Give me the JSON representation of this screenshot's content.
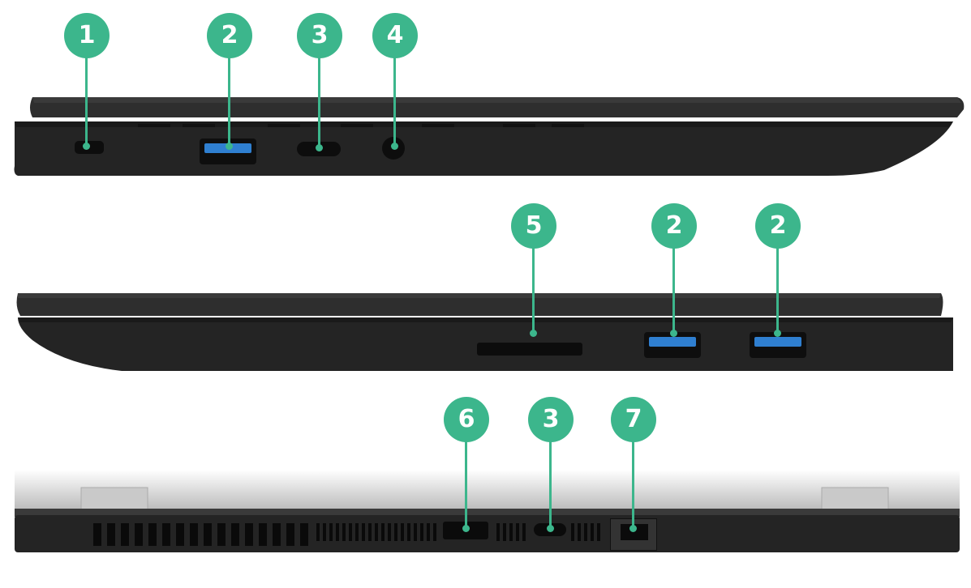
{
  "colors": {
    "callout": "#3cb68c",
    "chassis": "#2b2b2b",
    "chassis_dark": "#1a1a1a",
    "usb_blue": "#2f7fd0",
    "silver_lid": "#cfcfcf"
  },
  "views": [
    {
      "name": "left-side-view",
      "ports": [
        "kensington-lock",
        "usb-a",
        "usb-c",
        "audio-jack"
      ]
    },
    {
      "name": "right-side-view",
      "ports": [
        "card-reader",
        "usb-a",
        "usb-a"
      ]
    },
    {
      "name": "rear-view",
      "ports": [
        "hdmi",
        "usb-c",
        "ethernet"
      ]
    }
  ],
  "callouts": [
    {
      "id": "c1",
      "label": "1"
    },
    {
      "id": "c2",
      "label": "2"
    },
    {
      "id": "c3",
      "label": "3"
    },
    {
      "id": "c4",
      "label": "4"
    },
    {
      "id": "c5",
      "label": "5"
    },
    {
      "id": "c6",
      "label": "2"
    },
    {
      "id": "c7",
      "label": "2"
    },
    {
      "id": "c8",
      "label": "6"
    },
    {
      "id": "c9",
      "label": "3"
    },
    {
      "id": "c10",
      "label": "7"
    }
  ]
}
